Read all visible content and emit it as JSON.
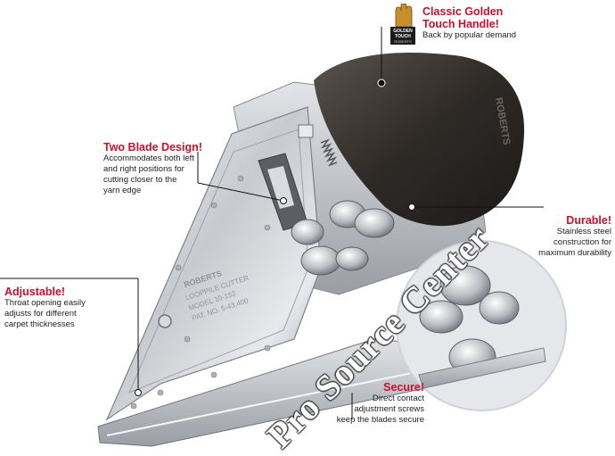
{
  "callouts": {
    "handle": {
      "title_line1": "Classic Golden",
      "title_line2": "Touch Handle!",
      "desc": "Back by popular demand"
    },
    "blade": {
      "title": "Two Blade Design!",
      "desc_lines": [
        "Accommodates both left",
        "and right positions for",
        "cutting closer to the",
        "yarn edge"
      ]
    },
    "durable": {
      "title": "Durable!",
      "desc_lines": [
        "Stainless steel",
        "construction for",
        "maximum durability"
      ]
    },
    "adjustable": {
      "title": "Adjustable!",
      "desc_lines": [
        "Throat opening easily",
        "adjusts for different",
        "carpet thicknesses"
      ]
    },
    "secure": {
      "title": "Secure!",
      "desc_lines": [
        "Direct contact",
        "adjustment screws",
        "keep the blades secure"
      ]
    }
  },
  "badge": {
    "line1": "GOLDEN",
    "line2": "TOUCH",
    "brand": "ROBERTS"
  },
  "tool_engraving": {
    "brand": "ROBERTS",
    "line1": "LOOPPILE CUTTER",
    "line2": "MODEL 10-152",
    "line3": "PAT. NO. 5-43,400"
  },
  "handle_brand": "ROBERTS",
  "watermark": "Pro Source Center",
  "colors": {
    "accent": "#c8102e",
    "text": "#222222",
    "handle": "#3a3532",
    "steel": "#c9ccd0"
  }
}
